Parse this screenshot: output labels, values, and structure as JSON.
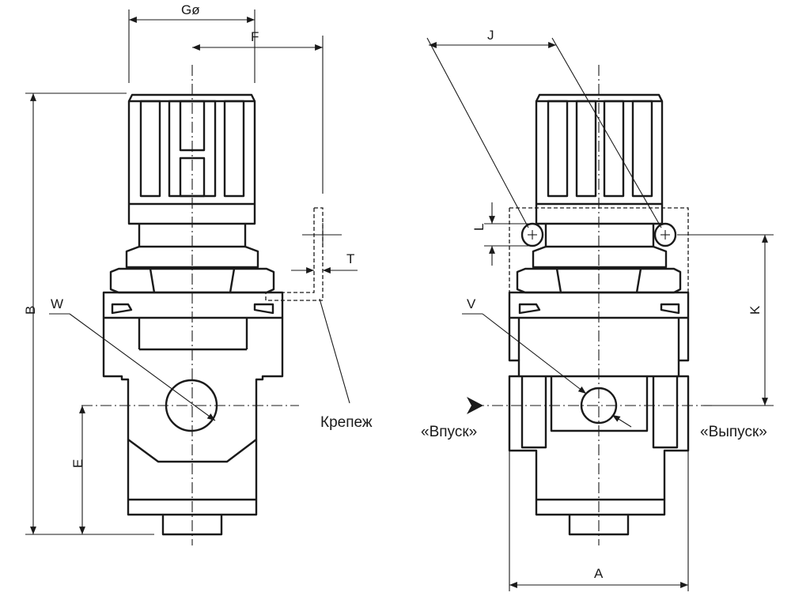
{
  "dimensions": {
    "G": "Gø",
    "F": "F",
    "J": "J",
    "B": "B",
    "W": "W",
    "E": "E",
    "T": "T",
    "L": "L",
    "K": "K",
    "V": "V",
    "A": "A"
  },
  "labels": {
    "mount": "Крепеж",
    "inlet": "«Впуск»",
    "outlet": "«Выпуск»"
  }
}
